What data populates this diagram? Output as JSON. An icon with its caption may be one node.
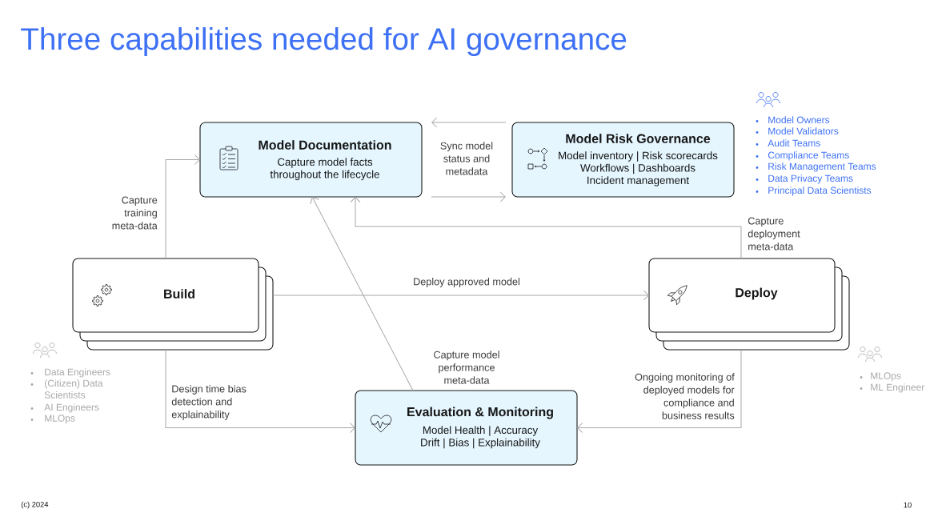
{
  "diagram": {
    "title": "Three capabilities needed for AI governance",
    "nodes": [
      {
        "text": [
          "Model Documentation",
          "Capture model facts throughout the lifecycle"
        ]
      },
      {
        "text": [
          "Model Risk Governance",
          "Model inventory | Risk scorecards",
          "Workflows | Dashboards",
          "Incident management"
        ]
      },
      {
        "text": [
          "Build"
        ]
      },
      {
        "text": [
          "Deploy"
        ]
      },
      {
        "text": [
          "Evaluation & Monitoring",
          "Model Health | Accuracy",
          "Drift | Bias | Explainability"
        ]
      }
    ],
    "edges": [
      {
        "from": 1,
        "to": 0,
        "arrow": "to",
        "label": "Sync model status and metadata"
      },
      {
        "from": 0,
        "to": 1,
        "arrow": "to"
      },
      {
        "from": 2,
        "to": 0,
        "arrow": "to",
        "label": "Capture training meta-data"
      },
      {
        "from": 3,
        "to": 0,
        "arrow": "to",
        "label": "Capture deployment meta-data"
      },
      {
        "from": 2,
        "to": 3,
        "arrow": "to",
        "label": "Deploy approved model"
      },
      {
        "from": 4,
        "to": 0,
        "arrow": "to",
        "label": "Capture model performance meta-data"
      },
      {
        "from": 2,
        "to": 4,
        "arrow": "to",
        "label": "Design time bias detection and explainability"
      },
      {
        "from": 3,
        "to": 4,
        "arrow": "to",
        "label": "Ongoing monitoring of deployed models for compliance and business results"
      }
    ],
    "labels": [
      "Model Owners",
      "Model Validators",
      "Audit Teams",
      "Compliance Teams",
      "Risk Management Teams",
      "Data Privacy Teams",
      "Principal Data Scientists",
      "Data Engineers",
      "(Citizen) Data Scientists",
      "AI Engineers",
      "MLOps",
      "MLOps",
      "ML Engineer",
      "(c) 2024",
      "10"
    ]
  }
}
